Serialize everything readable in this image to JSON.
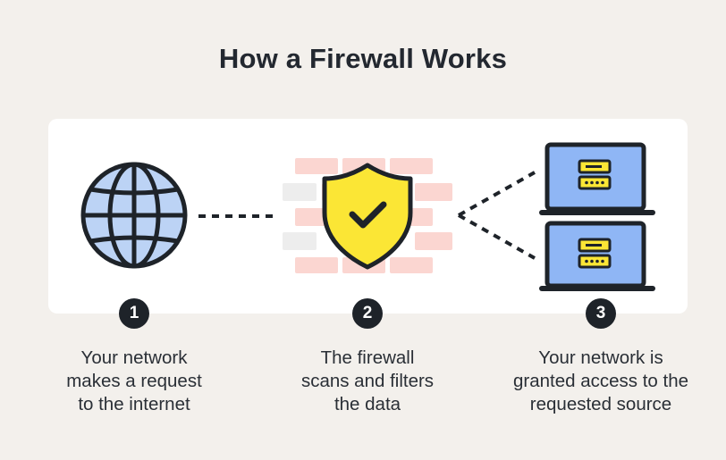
{
  "title": "How a Firewall Works",
  "steps": [
    {
      "number": "1",
      "lines": [
        "Your network",
        "makes a request",
        "to the internet"
      ]
    },
    {
      "number": "2",
      "lines": [
        "The firewall",
        "scans and filters",
        "the data"
      ]
    },
    {
      "number": "3",
      "lines": [
        "Your network is",
        "granted access to the",
        "requested source"
      ]
    }
  ],
  "colors": {
    "background": "#f3f0ec",
    "panel": "#ffffff",
    "globe_fill": "#bcd3f5",
    "shield_fill": "#fbe635",
    "brick_fill": "#fbd6d1",
    "brick_grey": "#ededed",
    "screen_fill": "#8fb6f5",
    "outline": "#1e2329"
  },
  "icons": [
    "globe-icon",
    "brick-wall-icon",
    "shield-check-icon",
    "laptop-icon",
    "laptop-icon"
  ]
}
